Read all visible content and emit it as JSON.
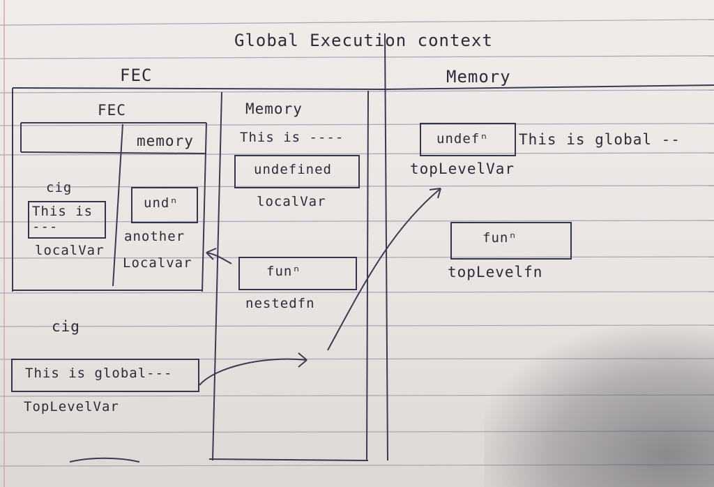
{
  "title": "Global Execution context",
  "global_memory": {
    "heading": "Memory",
    "entries": [
      {
        "value": "undefⁿ",
        "label": "topLevelVar"
      },
      {
        "value": "funⁿ",
        "label": "topLevelfn"
      }
    ],
    "note": "This is global --"
  },
  "fec_outer": {
    "heading": "FEC",
    "memory_heading": "Memory",
    "memory_note": "This is ----",
    "memory_entries": [
      {
        "value": "undefined",
        "label": "localVar"
      },
      {
        "value": "funⁿ",
        "label": "nestedfn"
      }
    ],
    "inner_fec": {
      "heading": "FEC",
      "memory_heading": "memory",
      "cig_label": "cig",
      "cig_value": "This is ---",
      "cig_var": "localVar",
      "memory_value": "undⁿ",
      "memory_var_line1": "another",
      "memory_var_line2": "Localvar"
    },
    "cig_label": "cig",
    "cig_value": "This is global---",
    "cig_var": "TopLevelVar"
  }
}
